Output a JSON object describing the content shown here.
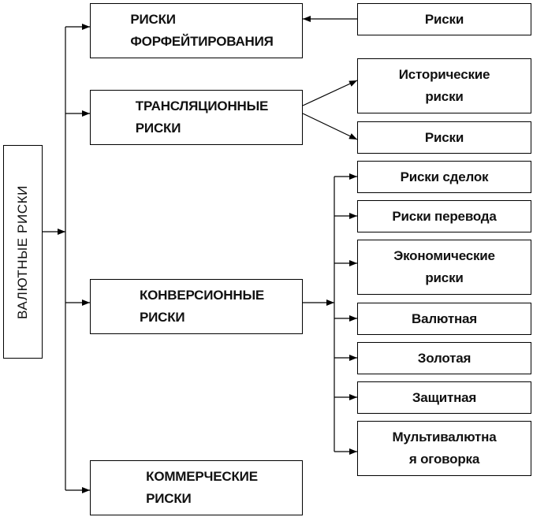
{
  "root": {
    "label": "ВАЛЮТНЫЕ РИСКИ"
  },
  "categories": [
    {
      "label": "РИСКИ\nФОРФЕЙТИРОВАНИЯ"
    },
    {
      "label": "ТРАНСЛЯЦИОННЫЕ\nРИСКИ"
    },
    {
      "label": "КОНВЕРСИОННЫЕ\nРИСКИ"
    },
    {
      "label": "КОММЕРЧЕСКИЕ\nРИСКИ"
    }
  ],
  "leaves": {
    "forfeiting": [
      {
        "label": "Риски"
      }
    ],
    "translation": [
      {
        "label": "Исторические\nриски"
      },
      {
        "label": "Риски"
      }
    ],
    "conversion": [
      {
        "label": "Риски сделок"
      },
      {
        "label": "Риски перевода"
      },
      {
        "label": "Экономические\nриски"
      },
      {
        "label": "Валютная"
      },
      {
        "label": "Золотая"
      },
      {
        "label": "Защитная"
      },
      {
        "label": "Мультивалютна\nя  оговорка"
      }
    ]
  }
}
